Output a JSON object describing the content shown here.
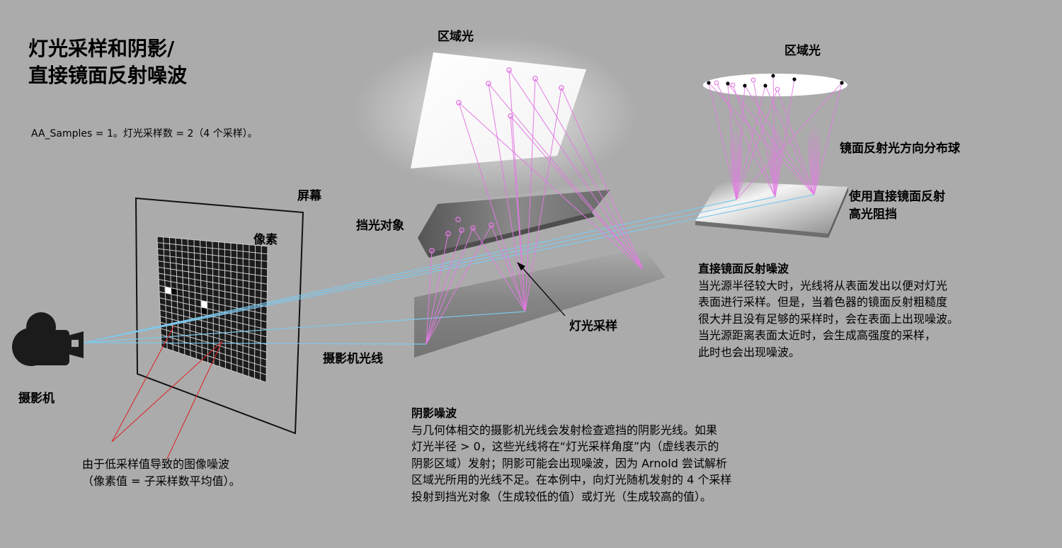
{
  "title": {
    "line1": "灯光采样和阴影/",
    "line2": "直接镜面反射噪波"
  },
  "subtitle": "AA_Samples = 1。灯光采样数 = 2（4 个采样）。",
  "labels": {
    "area_light_1": "区域光",
    "area_light_2": "区域光",
    "screen": "屏幕",
    "pixels": "像素",
    "occluder": "挡光对象",
    "light_samples": "灯光采样",
    "camera_rays": "摄影机光线",
    "camera": "摄影机",
    "specular_lobe": "镜面反射光方向分布球",
    "direct_specular_occlusion": [
      "使用直接镜面反射",
      "高光阻挡"
    ]
  },
  "image_noise": [
    "由于低采样值导致的图像噪波",
    "（像素值 = 子采样数平均值）。"
  ],
  "specular_noise": {
    "heading": "直接镜面反射噪波",
    "lines": [
      "当光源半径较大时，光线将从表面发出以便对灯光",
      "表面进行采样。但是，当着色器的镜面反射粗糙度",
      "很大并且没有足够的采样时，会在表面上出现噪波。",
      "当光源距离表面太近时，会生成高强度的采样，",
      "此时也会出现噪波。"
    ]
  },
  "shadow_noise": {
    "heading": "阴影噪波",
    "lines": [
      "与几何体相交的摄影机光线会发射检查遮挡的阴影光线。如果",
      "灯光半径 > 0，这些光线将在“灯光采样角度”内（虚线表示的",
      "阴影区域）发射；阴影可能会出现噪波，因为 Arnold 尝试解析",
      "区域光所用的光线不足。在本例中，向灯光随机发射的 4 个采样",
      "投射到挡光对象（生成较低的值）或灯光（生成较高的值）。"
    ]
  },
  "colors": {
    "background": "#ababab",
    "camera_ray": "#7ec8ec",
    "light_sample": "#e27ae2",
    "noise_pointer": "#e02020"
  }
}
